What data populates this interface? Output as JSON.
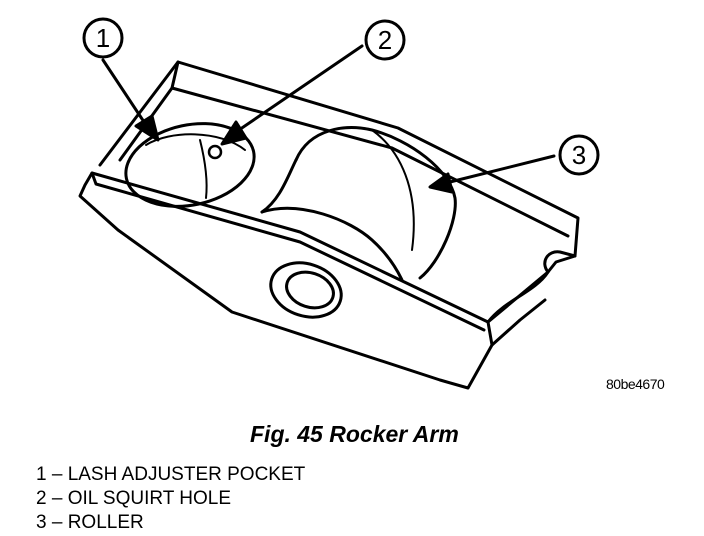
{
  "callouts": [
    {
      "number": "1"
    },
    {
      "number": "2"
    },
    {
      "number": "3"
    }
  ],
  "drawing_code": "80be4670",
  "caption": "Fig. 45 Rocker Arm",
  "legend": [
    "1 – LASH ADJUSTER POCKET",
    "2 – OIL SQUIRT HOLE",
    "3 – ROLLER"
  ]
}
